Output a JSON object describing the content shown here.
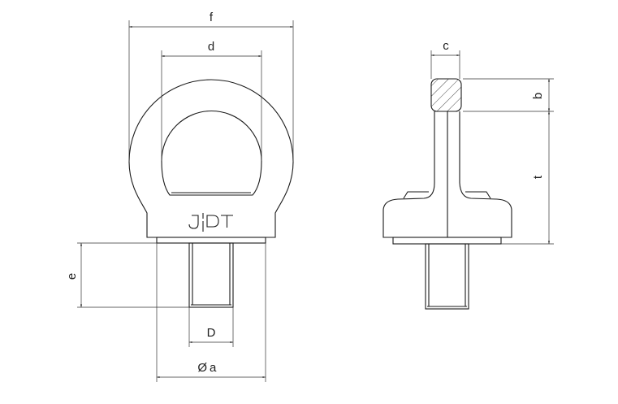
{
  "drawing": {
    "logo_text": "JIDT",
    "line_color": "#1a1a1a",
    "front_view": {
      "dimensions": {
        "f": "f",
        "d": "d",
        "e": "e",
        "D": "D",
        "a": "a",
        "diameter_symbol": "Ø"
      }
    },
    "side_view": {
      "dimensions": {
        "c": "c",
        "b": "b",
        "t": "t"
      }
    }
  }
}
